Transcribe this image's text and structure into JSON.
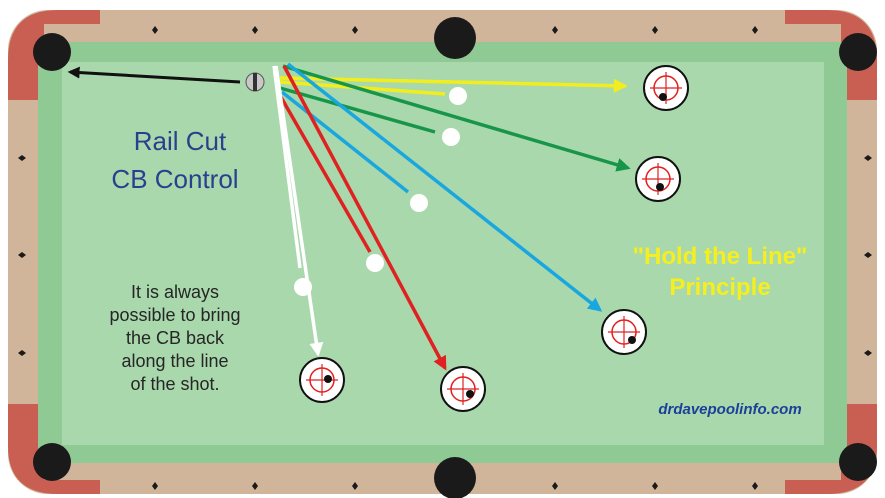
{
  "title": {
    "line1": "Rail Cut",
    "line2": "CB Control"
  },
  "note": {
    "lines": [
      "It is always",
      "possible to bring",
      "the CB back",
      "along the line",
      "of the shot."
    ]
  },
  "principle": {
    "line1": "\"Hold the Line\"",
    "line2": "Principle"
  },
  "website": "drdavepoolinfo.com",
  "colors": {
    "cloth": "#a9d8ac",
    "rail_wood": "#d1b59a",
    "corner_rubber": "#c95e52",
    "pocket": "#1a1a1a",
    "title_text": "#2b3f8f",
    "principle_text": "#f5ef20",
    "website_text": "#1d3f9a",
    "line_yellow": "#f2ee1e",
    "line_green": "#17964a",
    "line_blue": "#1aa7df",
    "line_red": "#e02121",
    "line_white": "#ffffff",
    "line_black": "#111111"
  },
  "shot_lines": [
    {
      "color": "yellow",
      "cb_position": "far"
    },
    {
      "color": "green",
      "cb_position": "middle"
    },
    {
      "color": "blue",
      "cb_position": "middle"
    },
    {
      "color": "red",
      "cb_position": "near"
    },
    {
      "color": "white",
      "cb_position": "near"
    }
  ],
  "icons": [
    "object-ball",
    "cue-ball",
    "target-circle",
    "diamond-marker",
    "pocket"
  ]
}
